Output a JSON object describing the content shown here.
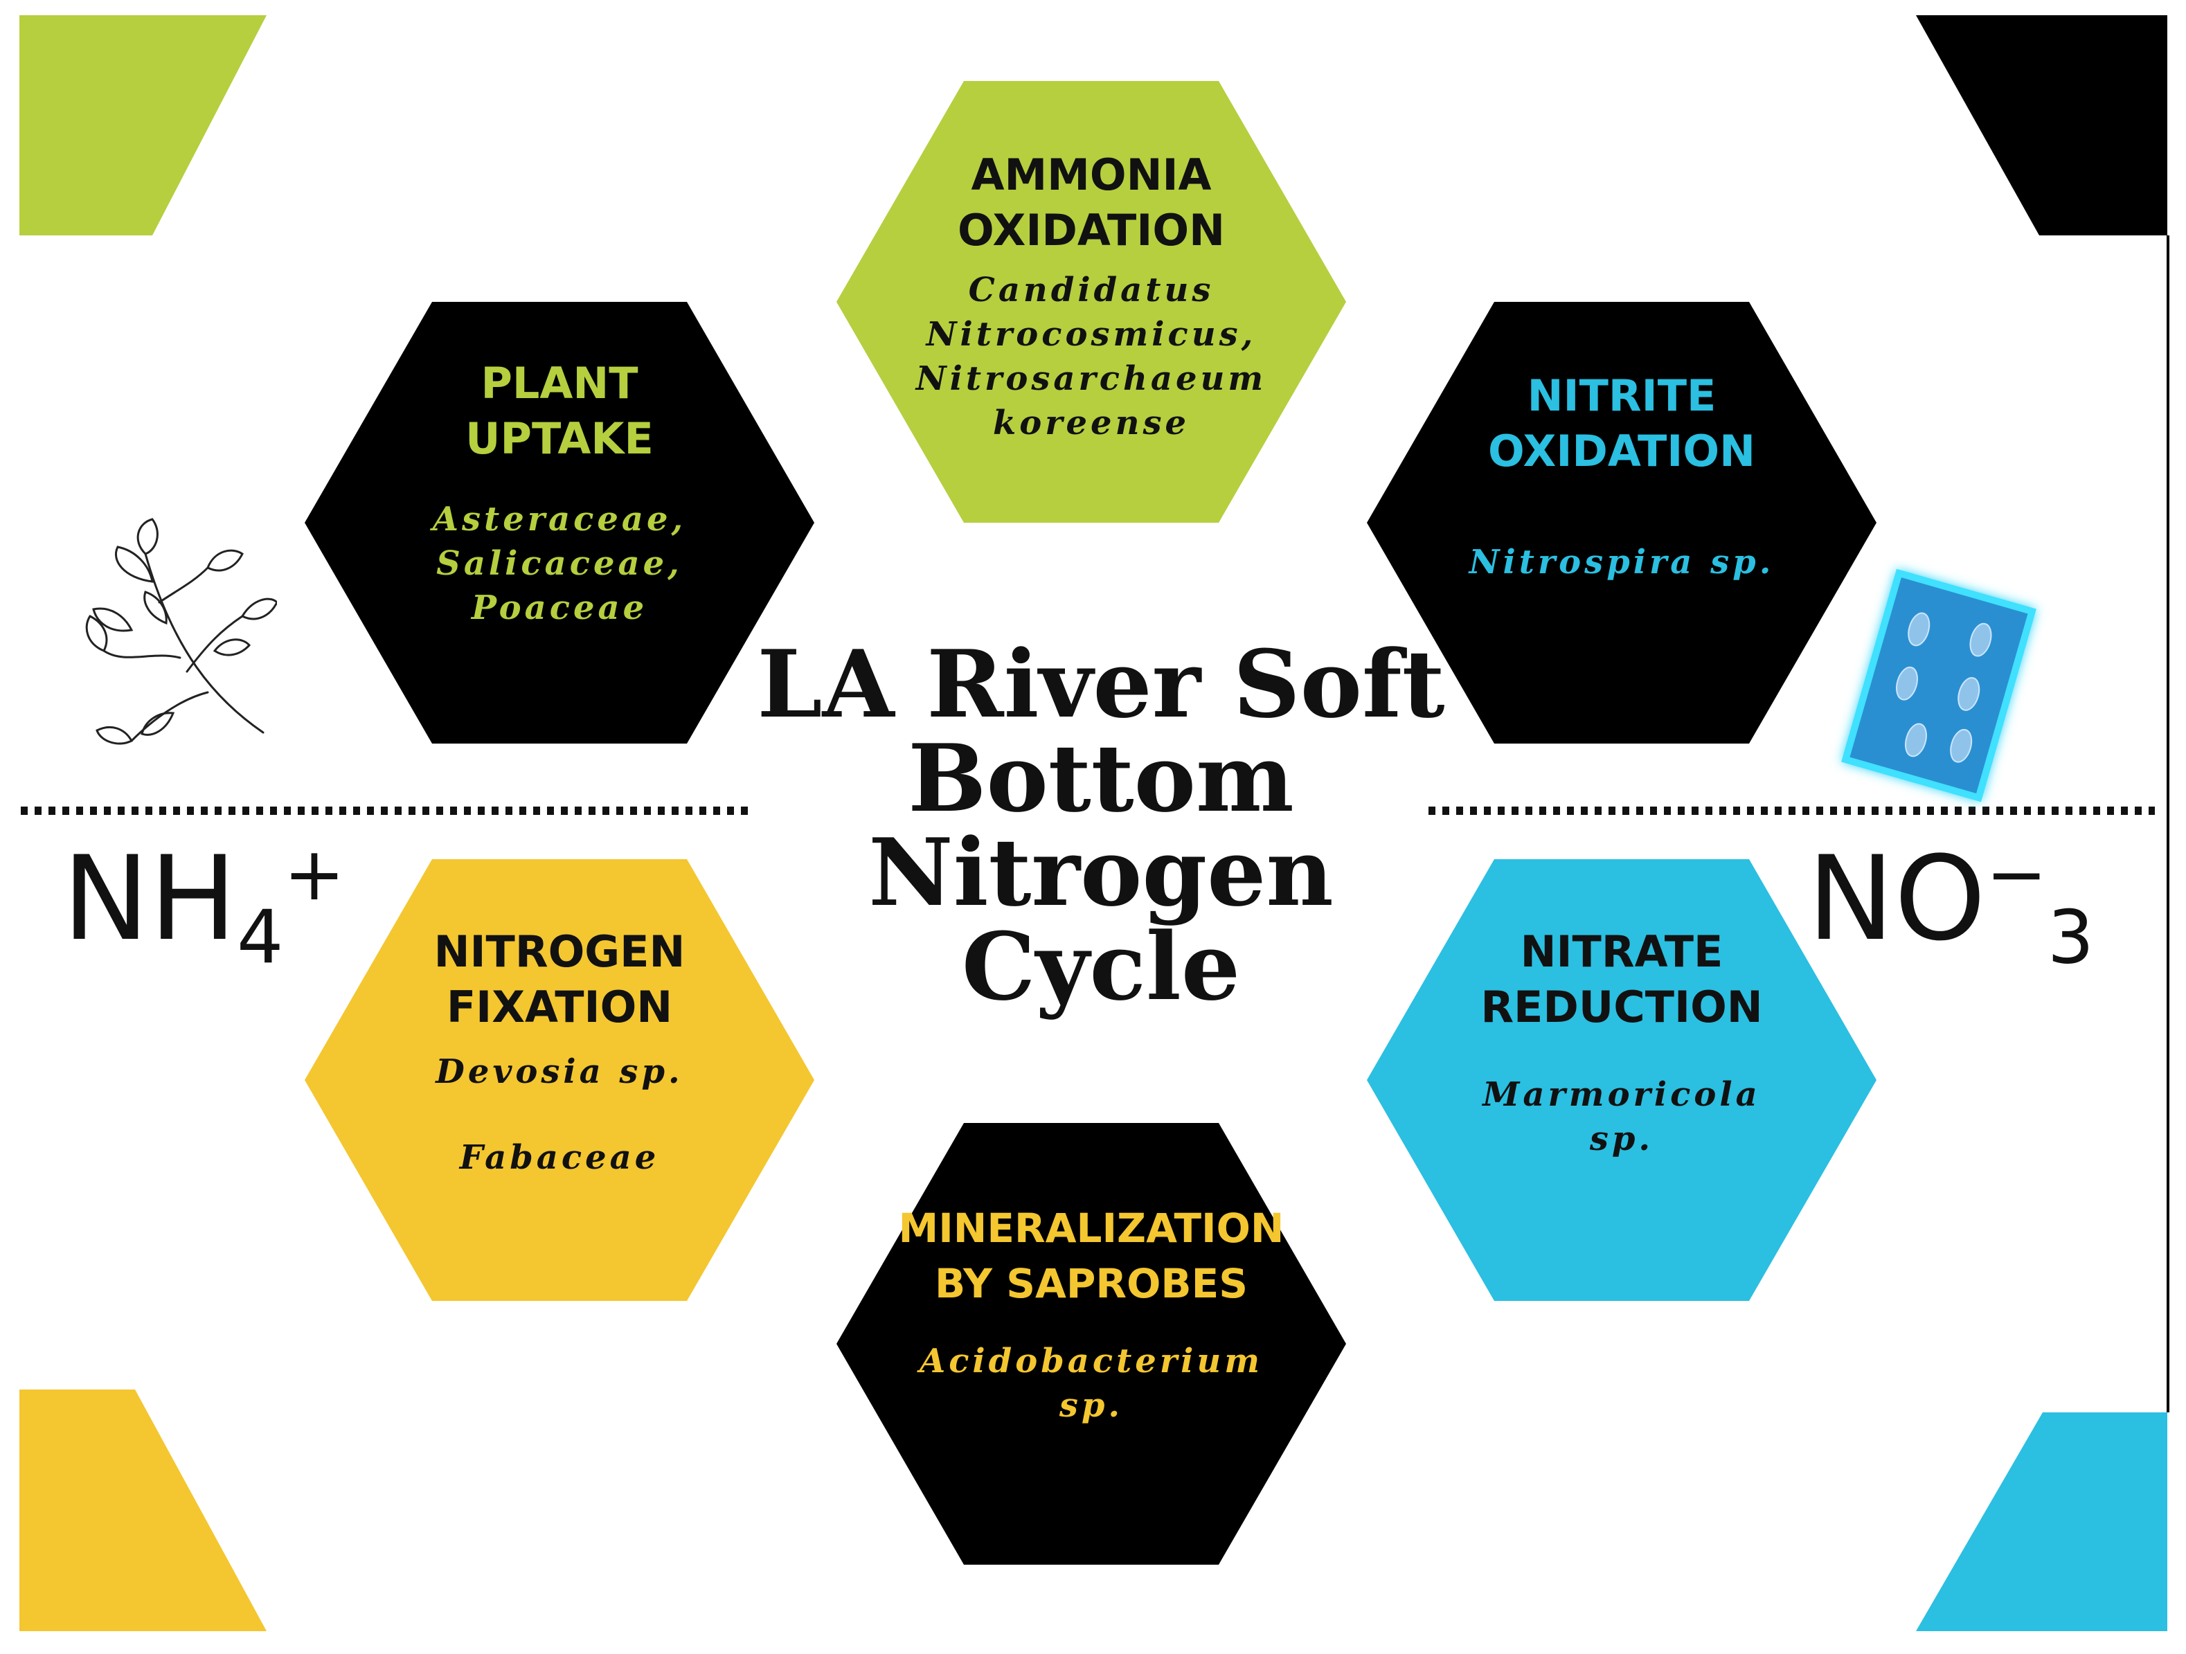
{
  "center_title": [
    "LA River Soft",
    "Bottom",
    "Nitrogen",
    "Cycle"
  ],
  "ions": {
    "left": {
      "base": "NH",
      "sub": "4",
      "sup": "+"
    },
    "right": {
      "base": "NO",
      "sup": "−",
      "sub": "3"
    }
  },
  "colors": {
    "green": "#b5cf3f",
    "black": "#000000",
    "yellow": "#f4c630",
    "blue": "#2bbfe1"
  },
  "nodes": {
    "ammonia": {
      "title": [
        "AMMONIA",
        "OXIDATION"
      ],
      "body": [
        "Candidatus",
        "Nitrocosmicus,",
        "Nitrosarchaeum",
        "koreense"
      ]
    },
    "plant": {
      "title": [
        "PLANT",
        "UPTAKE"
      ],
      "body": [
        "Asteraceae,",
        "Salicaceae,",
        "Poaceae"
      ]
    },
    "nitrite": {
      "title": [
        "NITRITE",
        "OXIDATION"
      ],
      "body": [
        "Nitrospira sp."
      ]
    },
    "fixation": {
      "title": [
        "NITROGEN",
        "FIXATION"
      ],
      "body": [
        "Devosia sp.",
        "",
        "Fabaceae"
      ]
    },
    "nitrate": {
      "title": [
        "NITRATE",
        "REDUCTION"
      ],
      "body": [
        "Marmoricola",
        "sp."
      ]
    },
    "mineral": {
      "title": [
        "MINERALIZATION",
        "BY SAPROBES"
      ],
      "body": [
        "Acidobacterium",
        "sp."
      ]
    }
  },
  "icons": {
    "left": "plant-branch-icon",
    "right": "bacteria-micrograph-icon"
  }
}
